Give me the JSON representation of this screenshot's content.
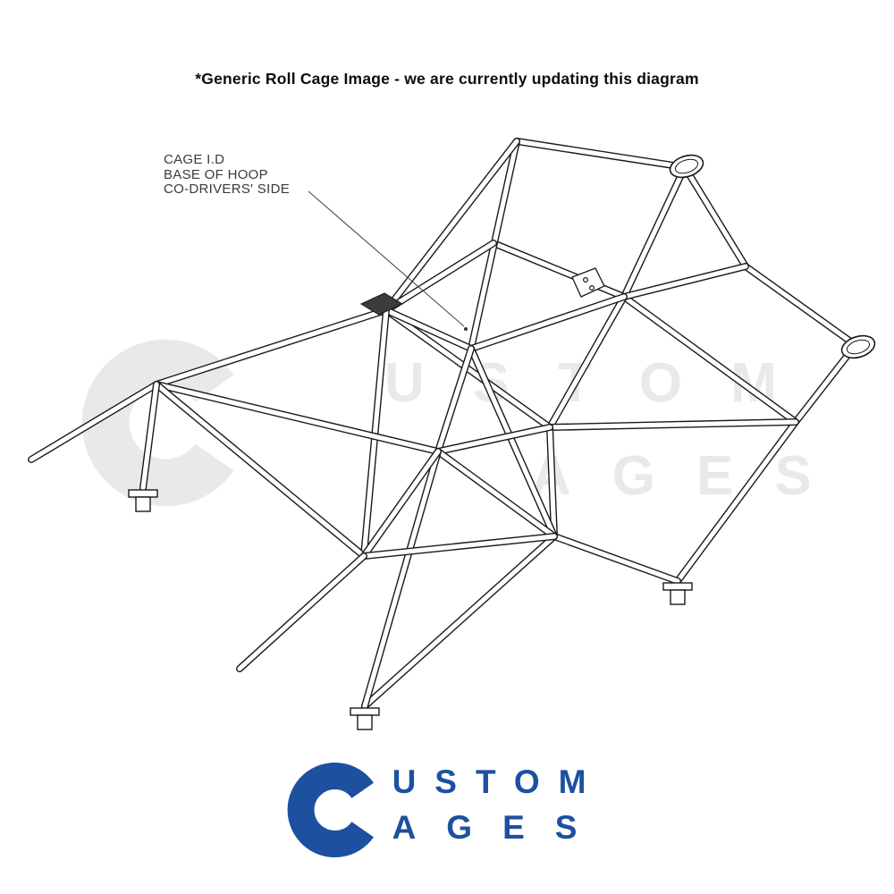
{
  "header": {
    "notice": "*Generic Roll Cage Image - we are currently updating this diagram"
  },
  "annotation": {
    "lines": [
      "CAGE I.D",
      "BASE OF HOOP",
      "CO-DRIVERS' SIDE"
    ]
  },
  "diagram": {
    "subject": "generic-roll-cage-isometric-line-drawing",
    "line_color": "#1a1a1a"
  },
  "watermark": {
    "big_letter": "C",
    "word_top": "USTOM",
    "word_bottom": "AGES",
    "color": "#e9e9e9"
  },
  "logo": {
    "big_letter": "C",
    "word_top": "USTOM",
    "word_bottom": "AGES",
    "color": "#1d509f"
  }
}
